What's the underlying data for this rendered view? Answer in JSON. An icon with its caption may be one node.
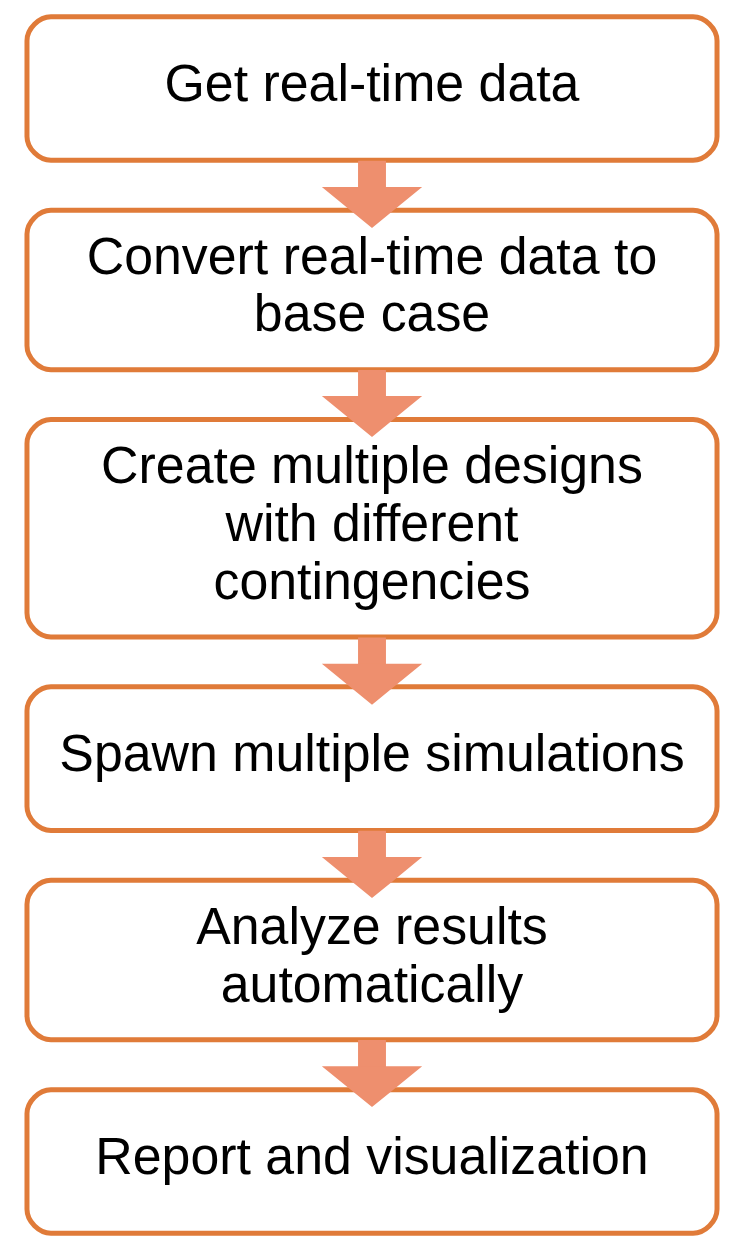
{
  "diagram": {
    "nodes": [
      {
        "text": [
          "Get real-time data"
        ]
      },
      {
        "text": [
          "Convert real-time data to base case"
        ]
      },
      {
        "text": [
          "Create multiple designs with different contingencies"
        ]
      },
      {
        "text": [
          "Spawn multiple simulations"
        ]
      },
      {
        "text": [
          "Analyze results automatically"
        ]
      },
      {
        "text": [
          "Report and visualization"
        ]
      }
    ],
    "edges": [
      {
        "from": 0,
        "to": 1,
        "arrow": "to"
      },
      {
        "from": 1,
        "to": 2,
        "arrow": "to"
      },
      {
        "from": 2,
        "to": 3,
        "arrow": "to"
      },
      {
        "from": 3,
        "to": 4,
        "arrow": "to"
      },
      {
        "from": 4,
        "to": 5,
        "arrow": "to"
      }
    ]
  }
}
